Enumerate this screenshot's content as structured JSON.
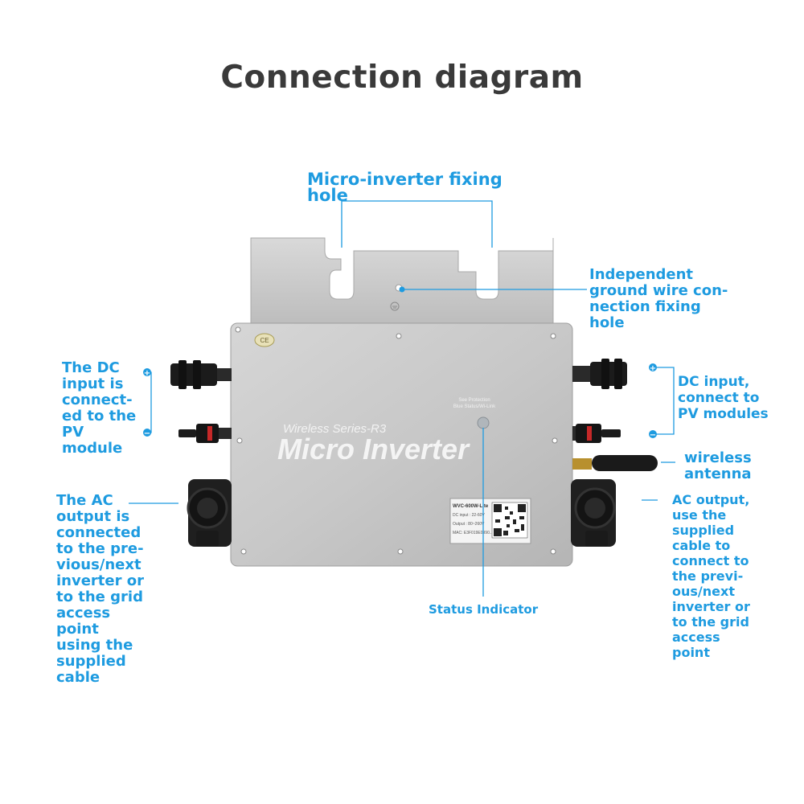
{
  "title": "Connection diagram",
  "labels": {
    "fixing_hole": "Micro-inverter fixing hole",
    "ground_hole": "Independent\nground wire con-\nnection fixing\nhole",
    "dc_input_left": "The DC\ninput is\nconnect-\ned to the\nPV\nmodule",
    "dc_input_right": "DC input,\nconnect to\nPV modules",
    "wireless_antenna": "wireless\nantenna",
    "ac_output_left": "The AC\noutput is\nconnected\nto the pre-\nvious/next\ninverter or\nto the grid\naccess\npoint\nusing the\nsupplied\ncable",
    "ac_output_right": "AC output,\nuse the\nsupplied\ncable to\nconnect to\nthe previ-\nous/next\ninverter or\nto the grid\naccess\npoint",
    "status_indicator": "Status Indicator"
  },
  "device": {
    "series": "Wireless Series-R3",
    "name": "Micro Inverter",
    "badge": "CE",
    "status_caption_1": "See Protection",
    "status_caption_2": "Blue Status/Wi-Link",
    "nameplate": {
      "model": "WVC-600W-Lite",
      "dc_input": "DC input : 22-60V",
      "output": "Output : 80~260V",
      "mac": "MAC: E3F019E0990..."
    }
  },
  "symbols": {
    "plus": "+",
    "minus": "−"
  },
  "colors": {
    "accent": "#1e9be0",
    "title": "#3a3a3a",
    "housing": "#c9c9c9",
    "plate": "#cfcfcf"
  }
}
